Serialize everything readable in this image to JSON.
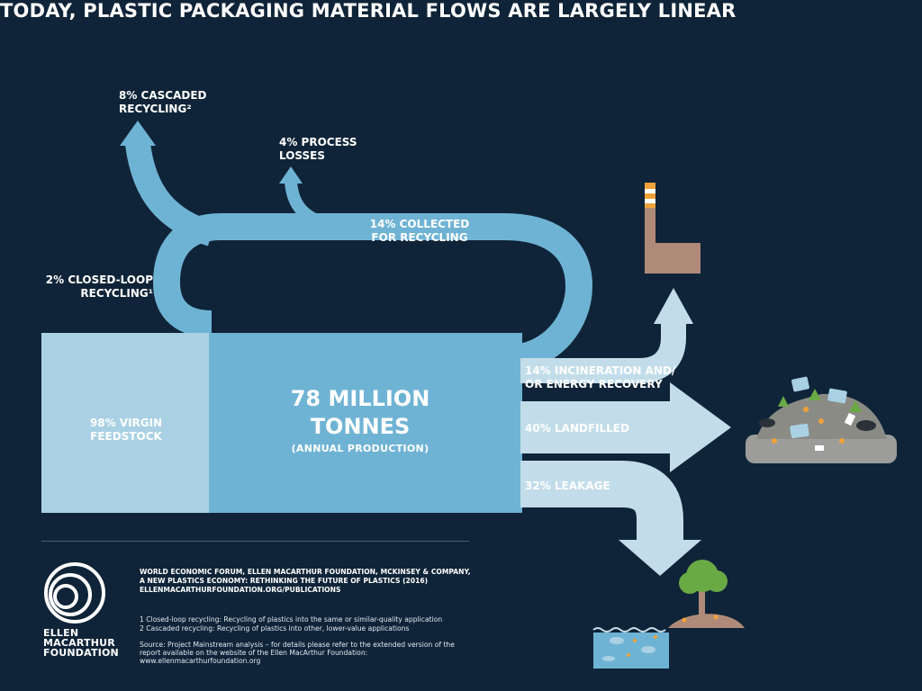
{
  "title": "TODAY, PLASTIC PACKAGING MATERIAL FLOWS ARE LARGELY LINEAR",
  "flows": {
    "cascaded": "8% CASCADED\nRECYCLING²",
    "process_losses": "4% PROCESS\nLOSSES",
    "collected": "14% COLLECTED\nFOR RECYCLING",
    "closed_loop": "2% CLOSED-LOOP\nRECYCLING¹",
    "virgin": "98% VIRGIN\nFEEDSTOCK",
    "incineration": "14% INCINERATION AND/\nOR ENERGY RECOVERY",
    "landfilled": "40% LANDFILLED",
    "leakage": "32% LEAKAGE"
  },
  "center": {
    "amount": "78 MILLION\nTONNES",
    "subtitle": "(ANNUAL PRODUCTION)"
  },
  "logo": {
    "name": "ELLEN\nMACARTHUR\nFOUNDATION"
  },
  "citation": "WORLD ECONOMIC FORUM, ELLEN MACARTHUR FOUNDATION, MCKINSEY & COMPANY,\nA NEW PLASTICS ECONOMY: RETHINKING THE FUTURE OF PLASTICS (2016)\nELLENMACARTHURFOUNDATION.ORG/PUBLICATIONS",
  "notes": {
    "note1": "1 Closed-loop recycling: Recycling of plastics into the same or similar-quality application",
    "note2": "2 Cascaded recycling: Recycling of plastics into other, lower-value applications",
    "source": "Source: Project Mainstream analysis – for details please refer to the extended version of the\nreport available on the website of the Ellen MacArthur Foundation:\nwww.ellenmacarthurfoundation.org"
  },
  "colors": {
    "background": "#0f2438",
    "flow_mid": "#6fb3d4",
    "flow_light": "#a9d1e3",
    "flow_pale": "#c2dde9",
    "landfill_grey": "#9c9d9b",
    "chimney": "#b08a78",
    "tree_green": "#6aaa45"
  }
}
